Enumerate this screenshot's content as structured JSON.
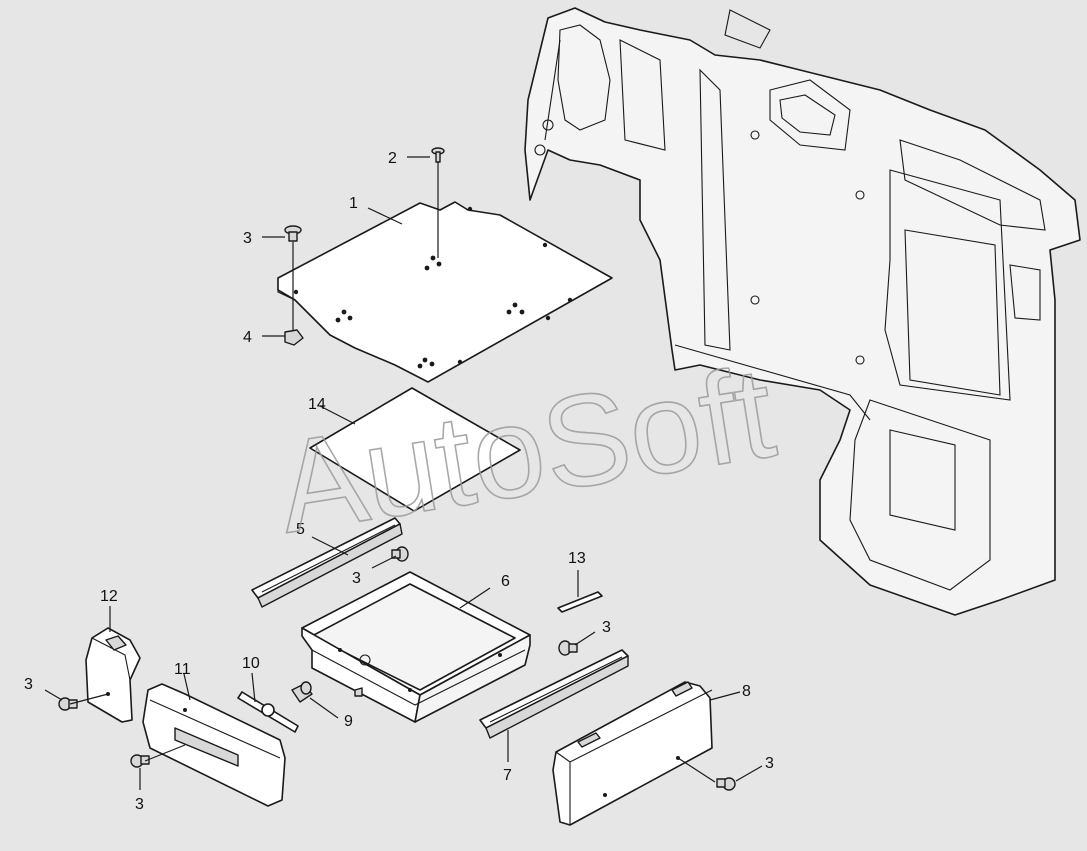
{
  "watermark": "AutoSoft",
  "callouts": {
    "c1": "1",
    "c2": "2",
    "c3_top": "3",
    "c4": "4",
    "c5": "5",
    "c3_rail_left": "3",
    "c6": "6",
    "c13": "13",
    "c3_rail_right": "3",
    "c12": "12",
    "c11": "11",
    "c10": "10",
    "c3_left": "3",
    "c9": "9",
    "c3_front": "3",
    "c7": "7",
    "c8": "8",
    "c3_right": "3",
    "c14": "14"
  }
}
